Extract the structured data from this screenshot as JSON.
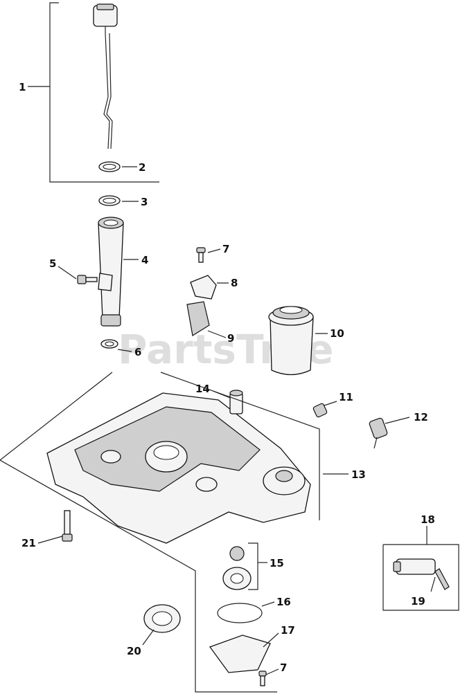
{
  "watermark": "PartsTree",
  "callouts": {
    "c1": "1",
    "c2": "2",
    "c3": "3",
    "c4": "4",
    "c5": "5",
    "c6": "6",
    "c7a": "7",
    "c8": "8",
    "c9": "9",
    "c10": "10",
    "c11": "11",
    "c12": "12",
    "c13": "13",
    "c14": "14",
    "c15": "15",
    "c16": "16",
    "c17": "17",
    "c7b": "7",
    "c18": "18",
    "c19": "19",
    "c20": "20",
    "c21": "21"
  }
}
